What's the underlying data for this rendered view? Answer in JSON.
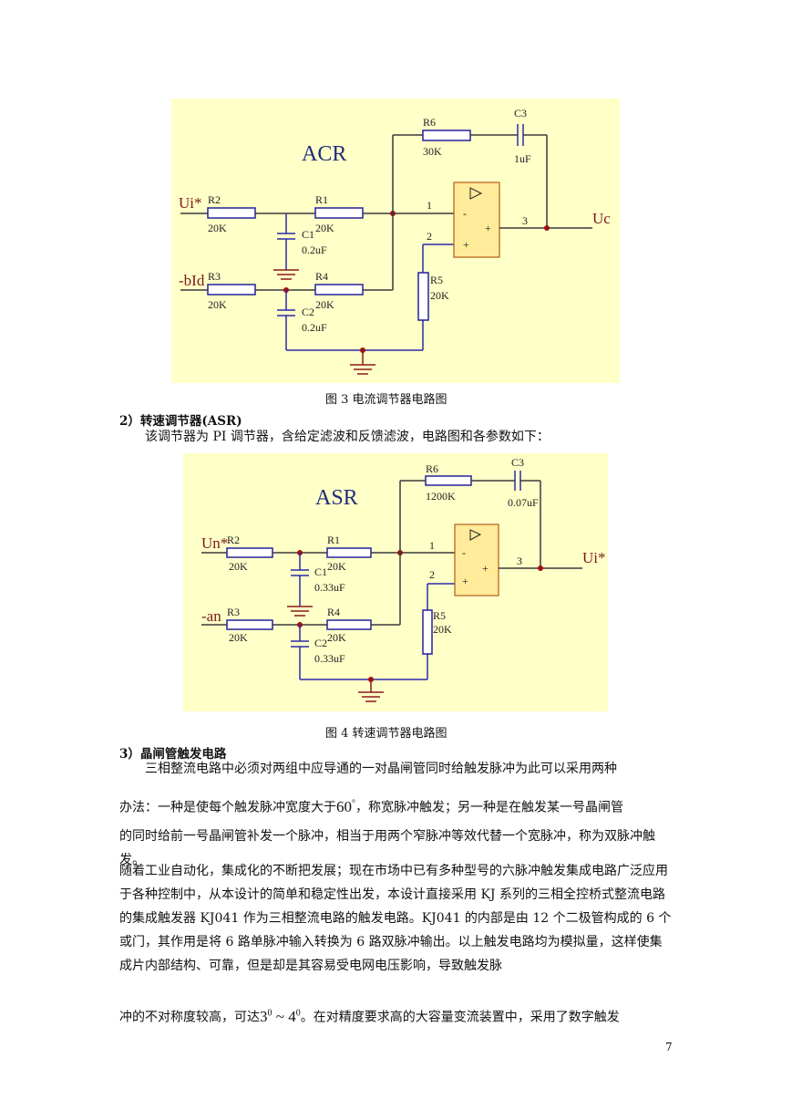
{
  "figure3": {
    "title": "ACR",
    "caption": "图 3  电流调节器电路图",
    "in1": "Ui*",
    "in2": "-bId",
    "out": "Uc",
    "r1": "R1",
    "r1v": "20K",
    "r2": "R2",
    "r2v": "20K",
    "r3": "R3",
    "r3v": "20K",
    "r4": "R4",
    "r4v": "20K",
    "r5": "R5",
    "r5v": "20K",
    "r6": "R6",
    "r6v": "30K",
    "c1": "C1",
    "c1v": "0.2uF",
    "c2": "C2",
    "c2v": "0.2uF",
    "c3": "C3",
    "c3v": "1uF",
    "pin1": "1",
    "pin2": "2",
    "pin3": "3"
  },
  "section2": {
    "heading": "2）转速调节器(ASR)",
    "intro": "该调节器为 PI 调节器，含给定滤波和反馈滤波，电路图和各参数如下："
  },
  "figure4": {
    "title": "ASR",
    "caption": "图 4  转速调节器电路图",
    "in1": "Un*",
    "in2": "-an",
    "out": "Ui*",
    "r1": "R1",
    "r1v": "20K",
    "r2": "R2",
    "r2v": "20K",
    "r3": "R3",
    "r3v": "20K",
    "r4": "R4",
    "r4v": "20K",
    "r5": "R5",
    "r5v": "20K",
    "r6": "R6",
    "r6v": "1200K",
    "c1": "C1",
    "c1v": "0.33uF",
    "c2": "C2",
    "c2v": "0.33uF",
    "c3": "C3",
    "c3v": "0.07uF",
    "pin1": "1",
    "pin2": "2",
    "pin3": "3"
  },
  "section3": {
    "heading": "3）晶闸管触发电路",
    "p1_line1": "三相整流电路中必须对两组中应导通的一对晶闸管同时给触发脉冲为此可以采用两种",
    "p1_line2a": "办法：一种是使每个触发脉冲宽度大于",
    "angle60": "60",
    "angle60_sup": "°",
    "p1_line2b": "，称宽脉冲触发；另一种是在触发某一号晶闸管",
    "p1_line3": "的同时给前一号晶闸管补发一个脉冲，相当于用两个窄脉冲等效代替一个宽脉冲，称为双脉冲触发。",
    "p2": "随着工业自动化，集成化的不断把发展；现在市场中已有多种型号的六脉冲触发集成电路广泛应用于各种控制中，从本设计的简单和稳定性出发，本设计直接采用 KJ 系列的三相全控桥式整流电路的集成触发器 KJ041 作为三相整流电路的触发电路。KJ041 的内部是由 12 个二极管构成的 6 个或门，其作用是将 6 路单脉冲输入转换为 6 路双脉冲输出。以上触发电路均为模拟量，这样使集成片内部结构、可靠，但是却是其容易受电网电压影响，导致触发脉",
    "p3a": "冲的不对称度较高，可达",
    "range_lo": "3",
    "range_sep": " ~ ",
    "range_hi": "4",
    "range_sup": "0",
    "p3b": "。在对精度要求高的大容量变流装置中，采用了数字触发"
  },
  "page_number": "7"
}
